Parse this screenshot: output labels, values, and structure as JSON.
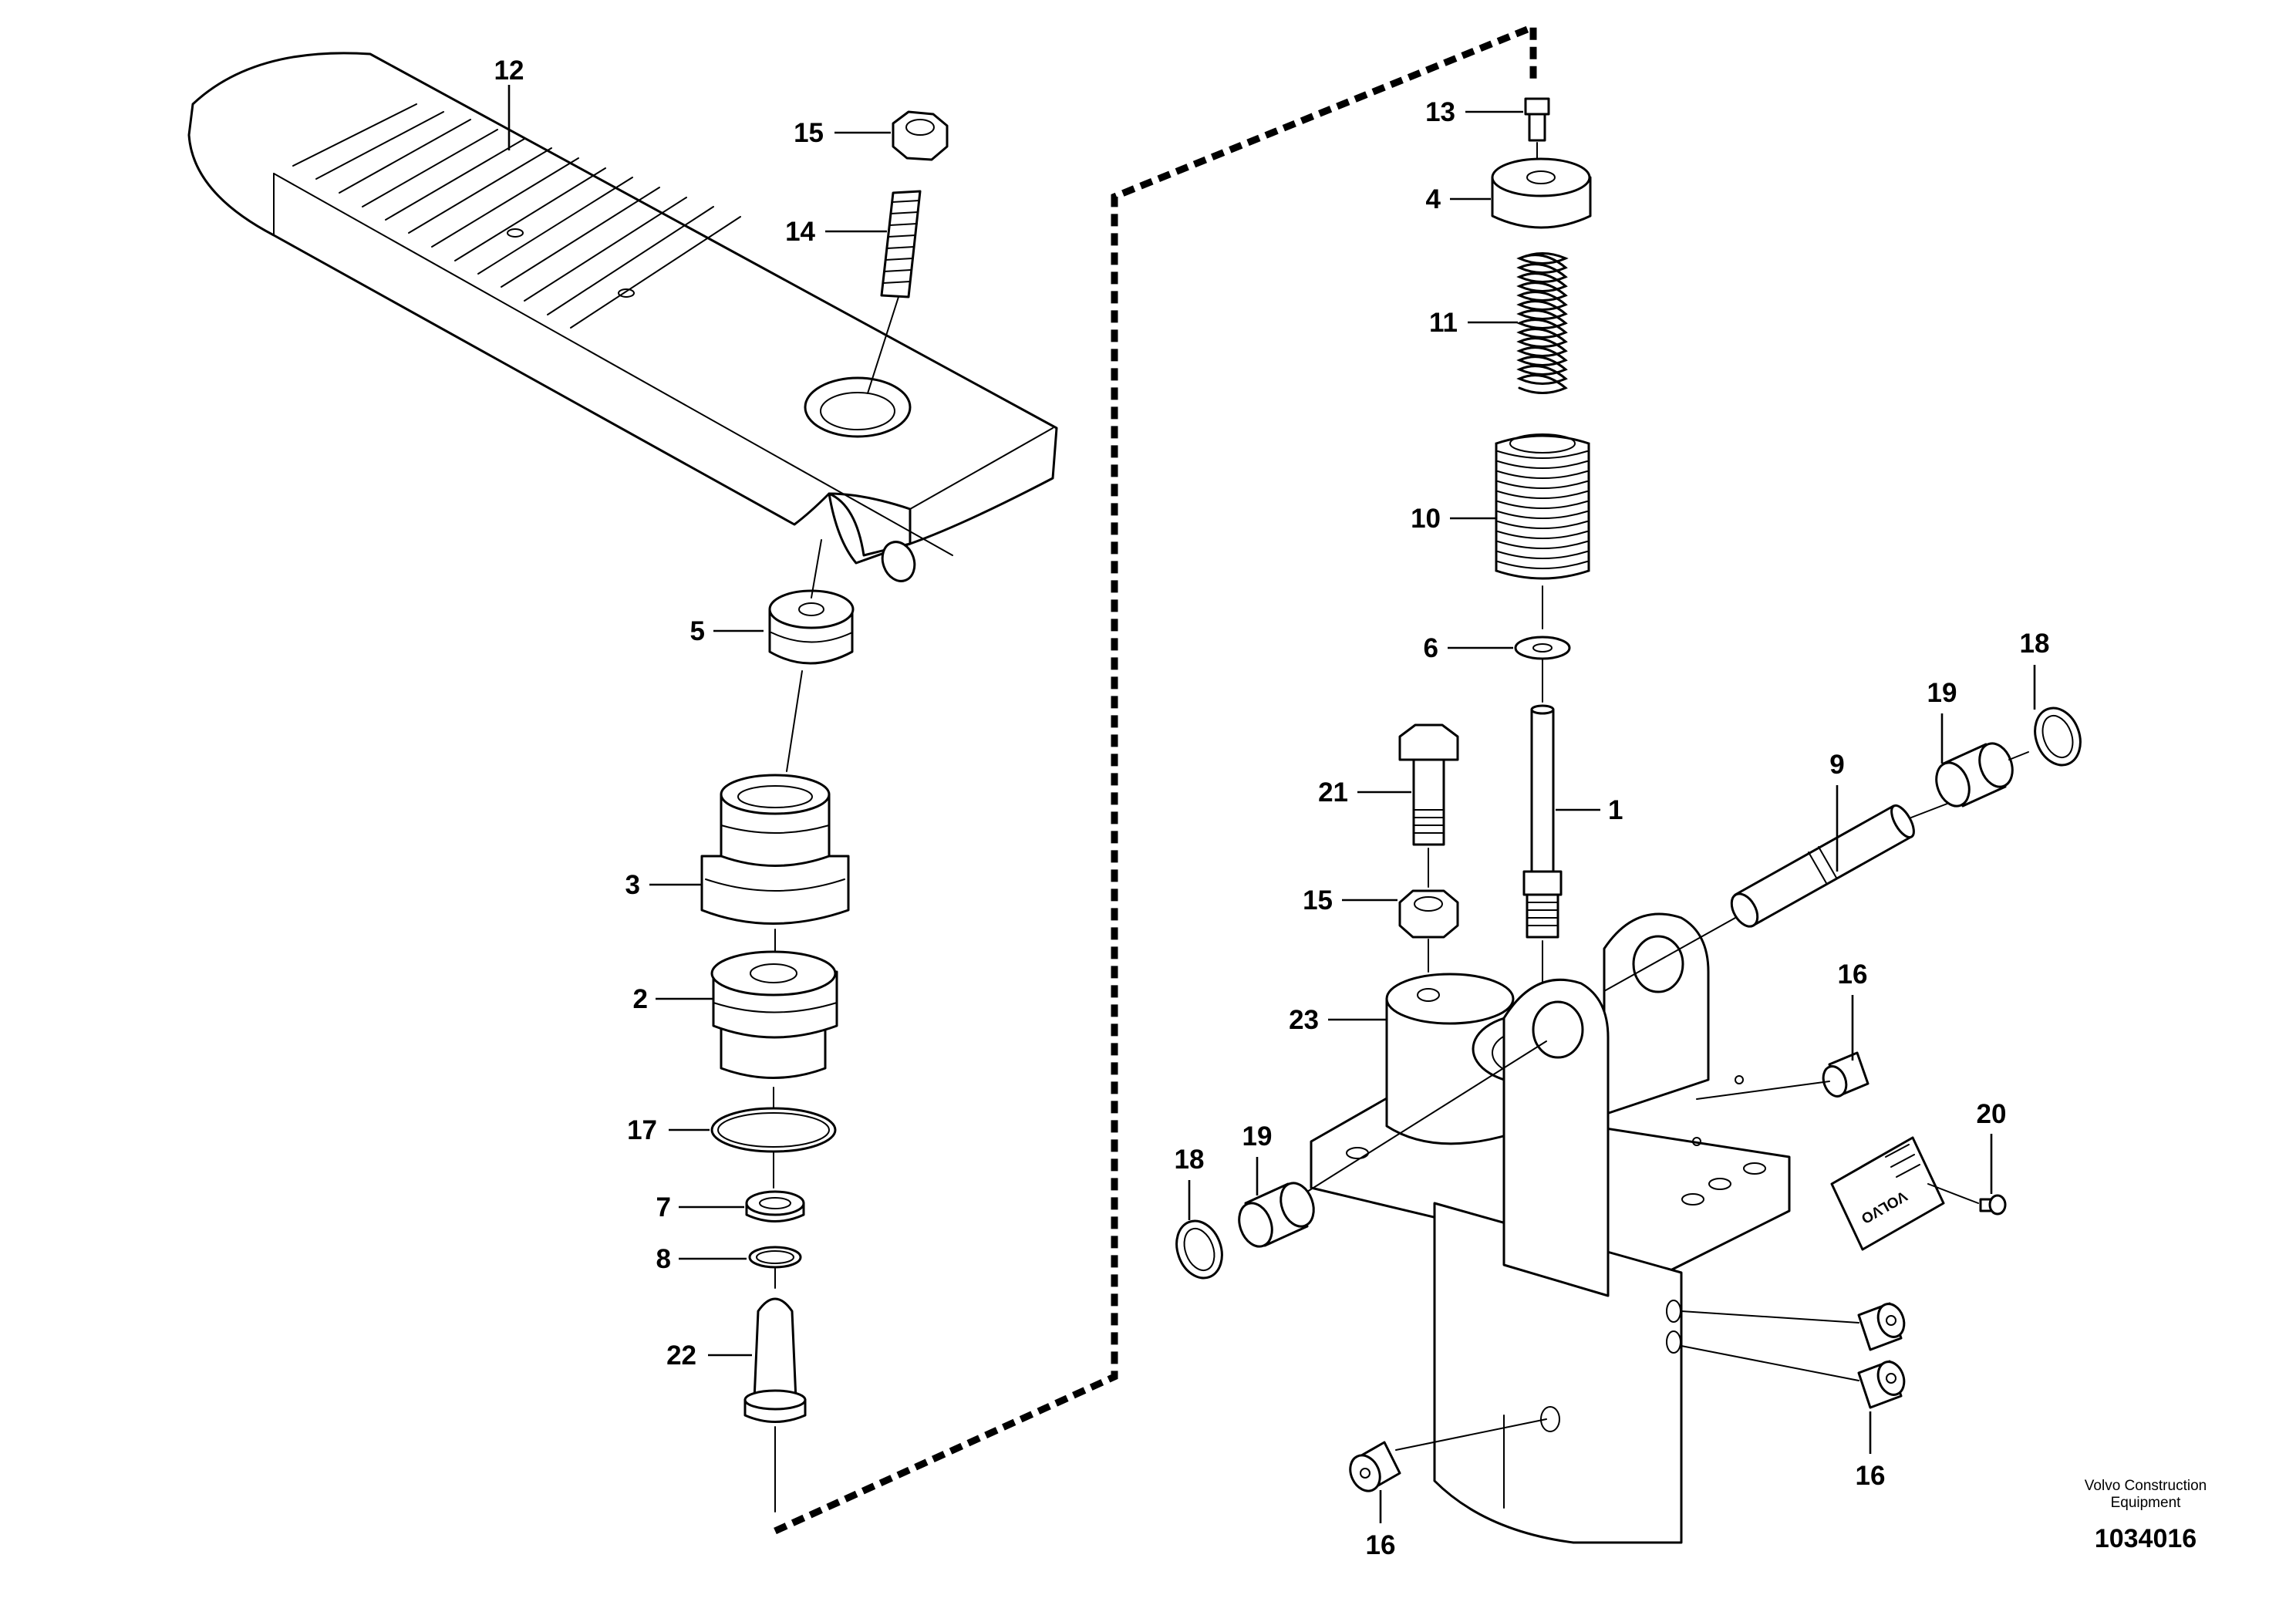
{
  "callouts": [
    {
      "id": "12",
      "text": "12"
    },
    {
      "id": "15a",
      "text": "15"
    },
    {
      "id": "14",
      "text": "14"
    },
    {
      "id": "5",
      "text": "5"
    },
    {
      "id": "3",
      "text": "3"
    },
    {
      "id": "2",
      "text": "2"
    },
    {
      "id": "17",
      "text": "17"
    },
    {
      "id": "7",
      "text": "7"
    },
    {
      "id": "8",
      "text": "8"
    },
    {
      "id": "22",
      "text": "22"
    },
    {
      "id": "13",
      "text": "13"
    },
    {
      "id": "4",
      "text": "4"
    },
    {
      "id": "11",
      "text": "11"
    },
    {
      "id": "10",
      "text": "10"
    },
    {
      "id": "6",
      "text": "6"
    },
    {
      "id": "1",
      "text": "1"
    },
    {
      "id": "21",
      "text": "21"
    },
    {
      "id": "15b",
      "text": "15"
    },
    {
      "id": "23",
      "text": "23"
    },
    {
      "id": "9",
      "text": "9"
    },
    {
      "id": "19a",
      "text": "19"
    },
    {
      "id": "18a",
      "text": "18"
    },
    {
      "id": "16a",
      "text": "16"
    },
    {
      "id": "20",
      "text": "20"
    },
    {
      "id": "19b",
      "text": "19"
    },
    {
      "id": "18b",
      "text": "18"
    },
    {
      "id": "16b",
      "text": "16"
    },
    {
      "id": "16c",
      "text": "16"
    }
  ],
  "plate_text": "VOLVO",
  "footer": {
    "company_line1": "Volvo Construction",
    "company_line2": "Equipment",
    "figure_number": "1034016"
  }
}
